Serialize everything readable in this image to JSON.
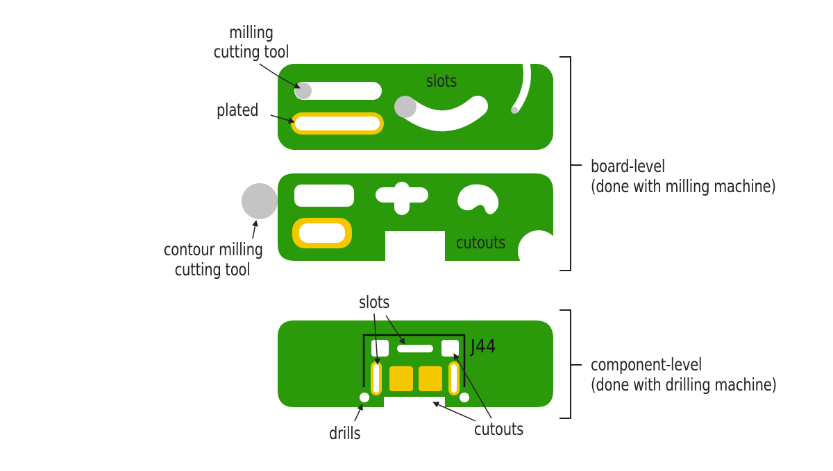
{
  "colors": {
    "board": "#2a9a0a",
    "plating": "#f5c700",
    "tool": "#c4c4c4",
    "hole": "#ffffff",
    "text": "#222222"
  },
  "labels": {
    "milling_tool": [
      "milling",
      "cutting tool"
    ],
    "plated": "plated",
    "slots_top": "slots",
    "contour_tool": [
      "contour milling",
      "cutting tool"
    ],
    "cutouts_top": "cutouts",
    "board_level": [
      "board-level",
      "(done with milling machine)"
    ],
    "slots_bottom": "slots",
    "drills": "drills",
    "cutouts_bottom": "cutouts",
    "component_level": [
      "component-level",
      "(done with drilling machine)"
    ],
    "designator": "J44"
  }
}
